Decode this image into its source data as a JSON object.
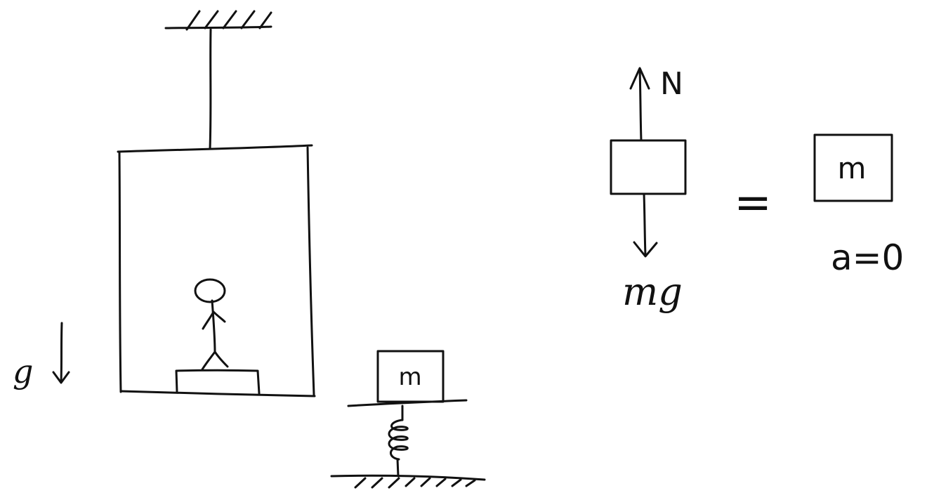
{
  "diagram": {
    "gravity": {
      "symbol": "g"
    },
    "spring_block": {
      "mass_label": "m"
    },
    "free_body": {
      "normal_force": "N",
      "weight": "mg",
      "equals": "=",
      "result_mass_label": "m",
      "acceleration": "a=0"
    },
    "colors": {
      "ink": "#111111",
      "background": "#ffffff"
    }
  }
}
